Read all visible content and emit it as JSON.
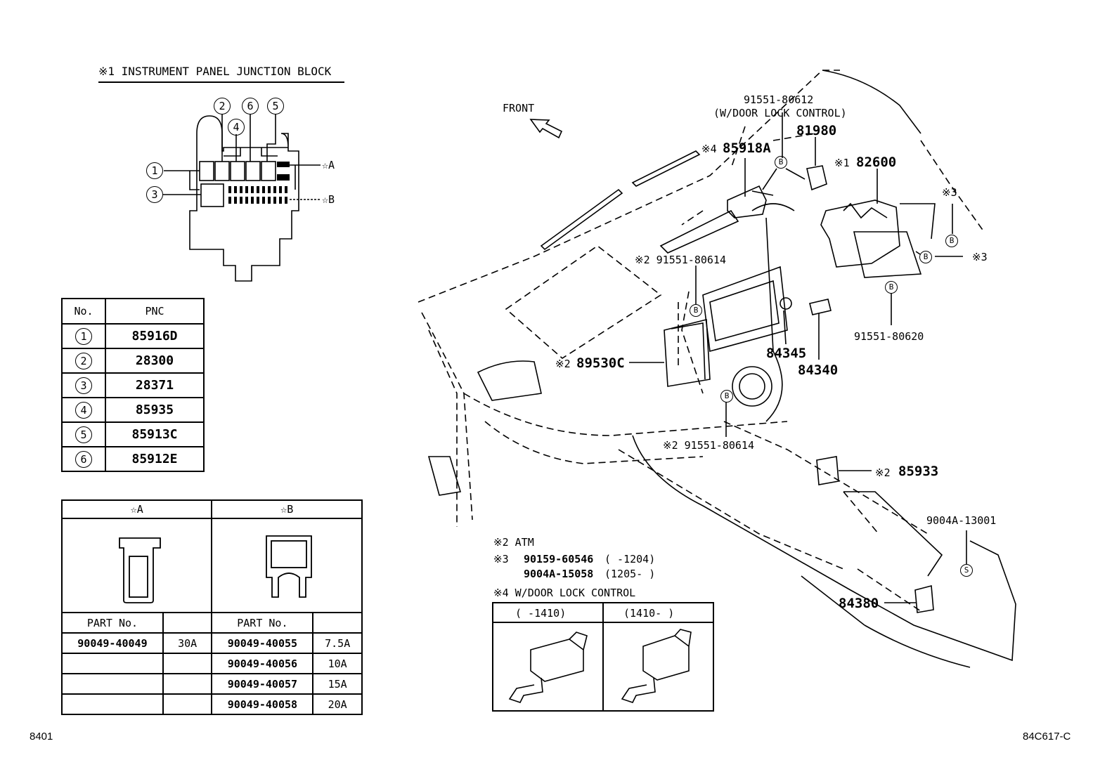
{
  "junction_block": {
    "title": "※1 INSTRUMENT PANEL JUNCTION BLOCK",
    "callouts": [
      "①",
      "②",
      "③",
      "④",
      "⑤",
      "⑥"
    ],
    "star_a": "☆A",
    "star_b": "☆B"
  },
  "pnc_table": {
    "headers": [
      "No.",
      "PNC"
    ],
    "rows": [
      {
        "no": "1",
        "pnc": "85916D"
      },
      {
        "no": "2",
        "pnc": "28300"
      },
      {
        "no": "3",
        "pnc": "28371"
      },
      {
        "no": "4",
        "pnc": "85935"
      },
      {
        "no": "5",
        "pnc": "85913C"
      },
      {
        "no": "6",
        "pnc": "85912E"
      }
    ]
  },
  "fuse_table": {
    "header_a": "☆A",
    "header_b": "☆B",
    "part_no_label": "PART No.",
    "rows": [
      {
        "a_part": "90049-40049",
        "a_amp": "30A",
        "b_part": "90049-40055",
        "b_amp": "7.5A"
      },
      {
        "a_part": "",
        "a_amp": "",
        "b_part": "90049-40056",
        "b_amp": "10A"
      },
      {
        "a_part": "",
        "a_amp": "",
        "b_part": "90049-40057",
        "b_amp": "15A"
      },
      {
        "a_part": "",
        "a_amp": "",
        "b_part": "90049-40058",
        "b_amp": "20A"
      }
    ]
  },
  "notes": {
    "n2": "※2  ATM",
    "n3a_mark": "※3",
    "n3a_part": "90159-60546",
    "n3a_range": "(     -1204)",
    "n3b_part": "9004A-15058",
    "n3b_range": "(1205-     )",
    "n4": "※4  W/DOOR LOCK CONTROL",
    "n4_col1": "(     -1410)",
    "n4_col2": "(1410-     )"
  },
  "labels": {
    "front": "FRONT",
    "p91551_80612": "91551-80612",
    "w_door_lock": "(W/DOOR LOCK CONTROL)",
    "p81980": "81980",
    "p85918a_mark": "※4",
    "p85918a": "85918A",
    "p82600_mark": "※1",
    "p82600": "82600",
    "mark3_top": "※3",
    "mark3_right": "※3",
    "p91551_80614_top": "※2 91551-80614",
    "p91551_80620": "91551-80620",
    "p84345": "84345",
    "p84340": "84340",
    "p89530c_mark": "※2",
    "p89530c": "89530C",
    "p91551_80614_bot": "※2 91551-80614",
    "p85933_mark": "※2",
    "p85933": "85933",
    "p9004a_13001": "9004A-13001",
    "p84380": "84380",
    "b_circle": "B",
    "s_circle": "S"
  },
  "footer": {
    "left": "8401",
    "right": "84C617-C"
  }
}
